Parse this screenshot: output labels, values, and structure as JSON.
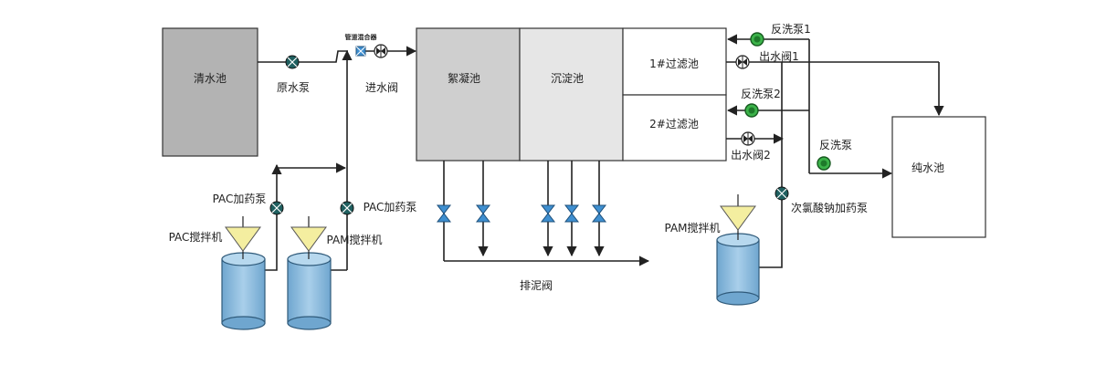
{
  "labels": {
    "clear_tank": "清水池",
    "raw_pump": "原水泵",
    "pipe_mixer": "管道混合器",
    "inlet_valve": "进水阀",
    "floc_tank": "絮凝池",
    "settle_tank": "沉淀池",
    "filter1": "1#过滤池",
    "filter2": "2#过滤池",
    "backwash1": "反洗泵1",
    "backwash2": "反洗泵2",
    "outlet1": "出水阀1",
    "outlet2": "出水阀2",
    "backwash": "反洗泵",
    "pure_tank": "纯水池",
    "pac_pump_left": "PAC加药泵",
    "pac_pump_right": "PAC加药泵",
    "pac_mixer": "PAC搅拌机",
    "pam_mixer_left": "PAM搅拌机",
    "pam_mixer_right": "PAM搅拌机",
    "hypo_pump": "次氯酸钠加药泵",
    "sludge_valve": "排泥阀"
  },
  "colors": {
    "clear_tank": "#b3b3b3",
    "floc_tank": "#cfcfcf",
    "settle_tank": "#e6e6e6",
    "pump_dark": "#1f5f5f",
    "pump_green": "#3cb34a",
    "valve_blue": "#3f8fd0",
    "cylinder_blue": "#8fbfe0",
    "funnel_yellow": "#f4eea0"
  }
}
